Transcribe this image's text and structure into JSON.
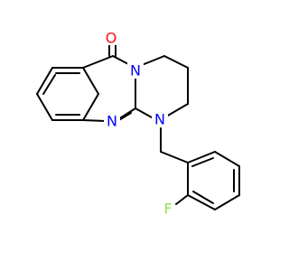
{
  "molecule": {
    "atoms": [
      {
        "id": "O",
        "symbol": "O",
        "color": "#ff0d0d"
      },
      {
        "id": "N1",
        "symbol": "N",
        "color": "#0000ff"
      },
      {
        "id": "N2",
        "symbol": "N",
        "color": "#0000ff"
      },
      {
        "id": "N3",
        "symbol": "N",
        "color": "#0000ff"
      },
      {
        "id": "F",
        "symbol": "F",
        "color": "#90e050"
      }
    ],
    "bond_color": "#000000",
    "background": "#ffffff"
  }
}
